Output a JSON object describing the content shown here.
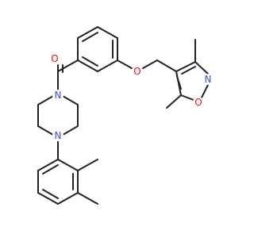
{
  "molecule": {
    "atoms": {
      "carbonyl_oxygen": {
        "symbol": "O",
        "color": "#ff0d0d"
      },
      "ether_oxygen": {
        "symbol": "O",
        "color": "#ff0d0d"
      },
      "isoxazole_nitrogen": {
        "symbol": "N",
        "color": "#3050f8"
      },
      "isoxazole_oxygen": {
        "symbol": "O",
        "color": "#ff0d0d"
      },
      "amide_nitrogen": {
        "symbol": "N",
        "color": "#3050f8"
      },
      "aryl_nitrogen": {
        "symbol": "N",
        "color": "#3050f8"
      }
    },
    "bond_color": "#222222",
    "background_color": "#ffffff"
  }
}
